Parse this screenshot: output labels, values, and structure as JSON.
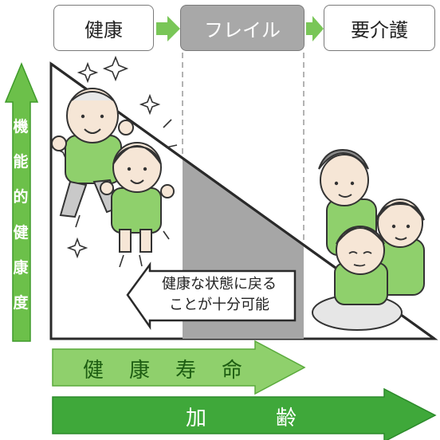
{
  "stages": {
    "healthy": "健康",
    "frail": "フレイル",
    "care": "要介護"
  },
  "vertical_axis": {
    "chars": [
      "機",
      "能",
      "的",
      "健",
      "康",
      "度"
    ]
  },
  "callout": {
    "line1": "健康な状態に戻る",
    "line2": "ことが十分可能"
  },
  "bars": {
    "healthy_life": [
      "健",
      "康",
      "寿",
      "命"
    ],
    "aging": [
      "加",
      "齢"
    ]
  },
  "colors": {
    "green": "#6cc04a",
    "green_dark": "#3f9a2a",
    "gray_box": "#a8a8a8",
    "gray_band": "#a6a6a6"
  }
}
